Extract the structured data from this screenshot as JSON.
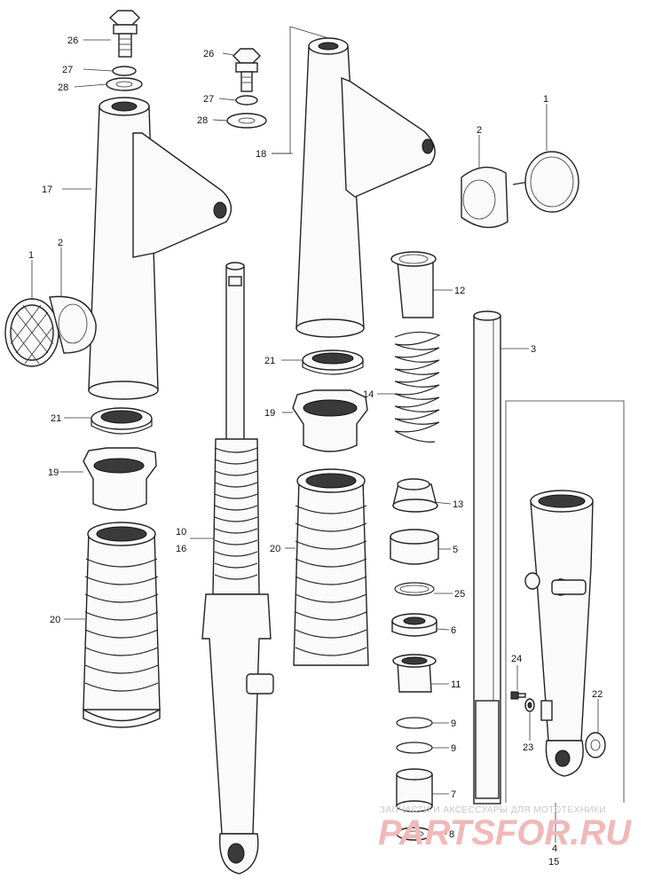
{
  "callouts": {
    "c1a": "1",
    "c1b": "1",
    "c2a": "2",
    "c2b": "2",
    "c3": "3",
    "c4": "4",
    "c15": "15",
    "c5": "5",
    "c6": "6",
    "c7": "7",
    "c8": "8",
    "c9a": "9",
    "c9b": "9",
    "c10": "10",
    "c16": "16",
    "c11": "11",
    "c12": "12",
    "c13": "13",
    "c14": "14",
    "c17": "17",
    "c18": "18",
    "c19a": "19",
    "c19b": "19",
    "c20a": "20",
    "c20b": "20",
    "c21a": "21",
    "c21b": "21",
    "c22": "22",
    "c23": "23",
    "c24": "24",
    "c25": "25",
    "c26a": "26",
    "c26b": "26",
    "c27a": "27",
    "c27b": "27",
    "c28a": "28",
    "c28b": "28"
  },
  "watermark": {
    "line1": "ЗАПЧАСТИ И АКСЕССУАРЫ ДЛЯ МОТОТЕХНИКИ",
    "line2": "PARTSFOR.RU"
  },
  "colors": {
    "ink": "#222222",
    "paper": "#ffffff",
    "watermark_red": "#f2b8b8",
    "watermark_grey": "#c8c8c8"
  }
}
